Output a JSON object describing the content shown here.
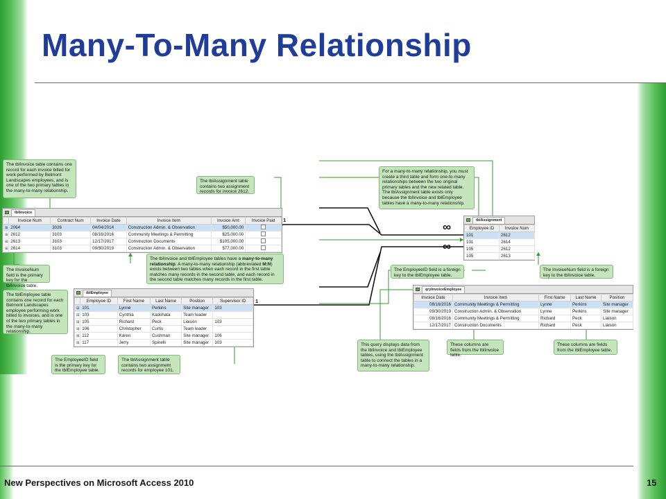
{
  "slide": {
    "title": "Many-To-Many Relationship",
    "footer": "New Perspectives on Microsoft Access 2010",
    "page_number": "15"
  },
  "callouts": {
    "invoice_table": "The tblInvoice table contains one record for each invoice billed for work performed by Belmont Landscapes employees, and is one of the two primary tables in the many-to-many relationship.",
    "assignment_invoice": "The tblAssignment table contains two assignment records for invoice 2612.",
    "invoicenum_pk": "The InvoiceNum field is the primary key for the tblInvoice table.",
    "mn_part1": "The tblInvoice and tblEmployee tables have a ",
    "mn_bold1": "many-to-many relationship",
    "mn_part2": ". A many-to-many relationship (abbreviated ",
    "mn_bold2": "M:N",
    "mn_part3": ") exists between two tables when each record in the first table matches many records in the second table, and each record in the second table matches many records in the first table.",
    "employee_table": "The tblEmployee table contains one record for each Belmont Landscapes employee performing work billed to invoices, and is one of the two primary tables in the many-to-many relationship.",
    "employeeid_pk": "The EmployeeID field is the primary key for the tblEmployee table.",
    "assignment_employee": "The tblAssignment table contains two assignment records for employee 101.",
    "third_table": "For a many-to-many relationship, you must create a third table and form one-to-many relationships between the two original primary tables and the new related table. The tblAssignment table exists only because the tblInvoice and tblEmployee tables have a many-to-many relationship.",
    "employeeid_fk": "The EmployeeID field is a foreign key to the tblEmployee table.",
    "invoicenum_fk": "The InvoiceNum field is a foreign key to the tblInvoice table.",
    "query_desc": "This query displays data from the tblInvoice and tblEmployee tables, using the tblAssignment table to connect the tables in a many-to-many relationship.",
    "invoice_cols": "These columns are fields from the tblInvoice table.",
    "employee_cols": "These columns are fields from the tblEmployee table."
  },
  "relationship_marks": {
    "one_invoice": "1",
    "one_employee": "1",
    "many_top": "∞",
    "many_bottom": "∞"
  },
  "tblInvoice": {
    "name": "tblInvoice",
    "columns": [
      "Invoice Num",
      "Contract Num",
      "Invoice Date",
      "Invoice Item",
      "Invoice Amt",
      "Invoice Paid"
    ],
    "rows": [
      [
        "2064",
        "3026",
        "04/04/2014",
        "Construction Admin. & Observation",
        "$50,000.00"
      ],
      [
        "2612",
        "3103",
        "08/16/2016",
        "Community Meetings & Permitting",
        "$25,000.00"
      ],
      [
        "2613",
        "3103",
        "12/17/2017",
        "Construction Documents",
        "$105,000.00"
      ],
      [
        "2614",
        "3103",
        "09/30/2019",
        "Construction Admin. & Observation",
        "$77,000.00"
      ]
    ]
  },
  "tblEmployee": {
    "name": "tblEmployee",
    "columns": [
      "Employee ID",
      "First Name",
      "Last Name",
      "Position",
      "Supervisor ID"
    ],
    "rows": [
      [
        "101",
        "Lynne",
        "Perkins",
        "Site manager",
        "103"
      ],
      [
        "103",
        "Cynthia",
        "Kadohata",
        "Team leader",
        ""
      ],
      [
        "105",
        "Richard",
        "Peck",
        "Liaison",
        "103"
      ],
      [
        "106",
        "Christopher",
        "Curtis",
        "Team leader",
        ""
      ],
      [
        "112",
        "Karen",
        "Cushman",
        "Site manager",
        "106"
      ],
      [
        "117",
        "Jerry",
        "Spinelli",
        "Site manager",
        "103"
      ]
    ]
  },
  "tblAssignment": {
    "name": "tblAssignment",
    "columns": [
      "Employee ID",
      "Invoice Num"
    ],
    "rows": [
      [
        "101",
        "2612"
      ],
      [
        "101",
        "2614"
      ],
      [
        "105",
        "2612"
      ],
      [
        "105",
        "2613"
      ]
    ]
  },
  "qryInvoiceEmployee": {
    "name": "qryInvoiceEmployee",
    "columns": [
      "Invoice Date",
      "Invoice Item",
      "First Name",
      "Last Name",
      "Position"
    ],
    "rows": [
      [
        "08/16/2016",
        "Community Meetings & Permitting",
        "Lynne",
        "Perkins",
        "Site manager"
      ],
      [
        "09/30/2019",
        "Construction Admin. & Observation",
        "Lynne",
        "Perkins",
        "Site manager"
      ],
      [
        "08/16/2016",
        "Community Meetings & Permitting",
        "Richard",
        "Peck",
        "Liaison"
      ],
      [
        "12/17/2017",
        "Construction Documents",
        "Richard",
        "Peck",
        "Liaison"
      ]
    ]
  },
  "colors": {
    "title": "#1f3d99",
    "accent_green": "#58c058",
    "callout_fill": "#c5e5bc",
    "callout_border": "#82b878",
    "selected_row": "#cbe0f5",
    "connector_green": "#2f9d2f"
  }
}
